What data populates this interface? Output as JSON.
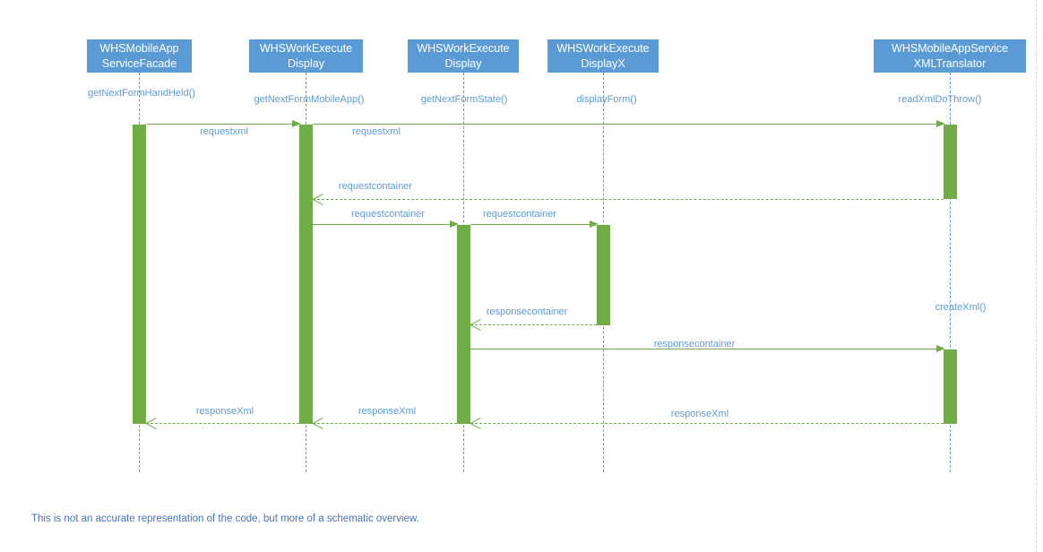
{
  "diagram": {
    "actors": [
      {
        "line1": "WHSMobileApp",
        "line2": "ServiceFacade",
        "method": "getNextFormHandHeld()"
      },
      {
        "line1": "WHSWorkExecute",
        "line2": "Display",
        "method": "getNextFormMobileApp()"
      },
      {
        "line1": "WHSWorkExecute",
        "line2": "Display",
        "method": "getNextFormState()"
      },
      {
        "line1": "WHSWorkExecute",
        "line2": "DisplayX",
        "method": "displayForm()"
      },
      {
        "line1": "WHSMobileAppService",
        "line2": "XMLTranslator",
        "method": "readXmlDoThrow()"
      }
    ],
    "mid_method_label": "createXml()",
    "messages": [
      {
        "label": "requestxml",
        "kind": "call",
        "from": "WHSMobileApp ServiceFacade",
        "to": "WHSWorkExecute Display"
      },
      {
        "label": "requestxml",
        "kind": "call",
        "from": "WHSWorkExecute Display",
        "to": "WHSMobileAppService XMLTranslator"
      },
      {
        "label": "requestcontainer",
        "kind": "return",
        "from": "WHSMobileAppService XMLTranslator",
        "to": "WHSWorkExecute Display"
      },
      {
        "label": "requestcontainer",
        "kind": "call",
        "from": "WHSWorkExecute Display",
        "to": "WHSWorkExecute Display"
      },
      {
        "label": "requestcontainer",
        "kind": "call",
        "from": "WHSWorkExecute Display",
        "to": "WHSWorkExecute DisplayX"
      },
      {
        "label": "responsecontainer",
        "kind": "return",
        "from": "WHSWorkExecute DisplayX",
        "to": "WHSWorkExecute Display"
      },
      {
        "label": "responsecontainer",
        "kind": "call",
        "from": "WHSWorkExecute Display",
        "to": "WHSMobileAppService XMLTranslator"
      },
      {
        "label": "responseXml",
        "kind": "return",
        "from": "WHSWorkExecute Display",
        "to": "WHSMobileApp ServiceFacade"
      },
      {
        "label": "responseXml",
        "kind": "return",
        "from": "WHSWorkExecute Display",
        "to": "WHSWorkExecute Display"
      },
      {
        "label": "responseXml",
        "kind": "return",
        "from": "WHSMobileAppService XMLTranslator",
        "to": "WHSWorkExecute Display"
      }
    ],
    "footnote": "This is not an accurate representation of the code, but more of a schematic overview.",
    "colors": {
      "actor_fill": "#5B9BD5",
      "actor_text": "#ffffff",
      "lifeline": "#5B9BD5",
      "activation": "#70AD47",
      "arrow": "#70AD47",
      "message_text": "#5B9BD5",
      "footnote_text": "#4472C4"
    }
  }
}
